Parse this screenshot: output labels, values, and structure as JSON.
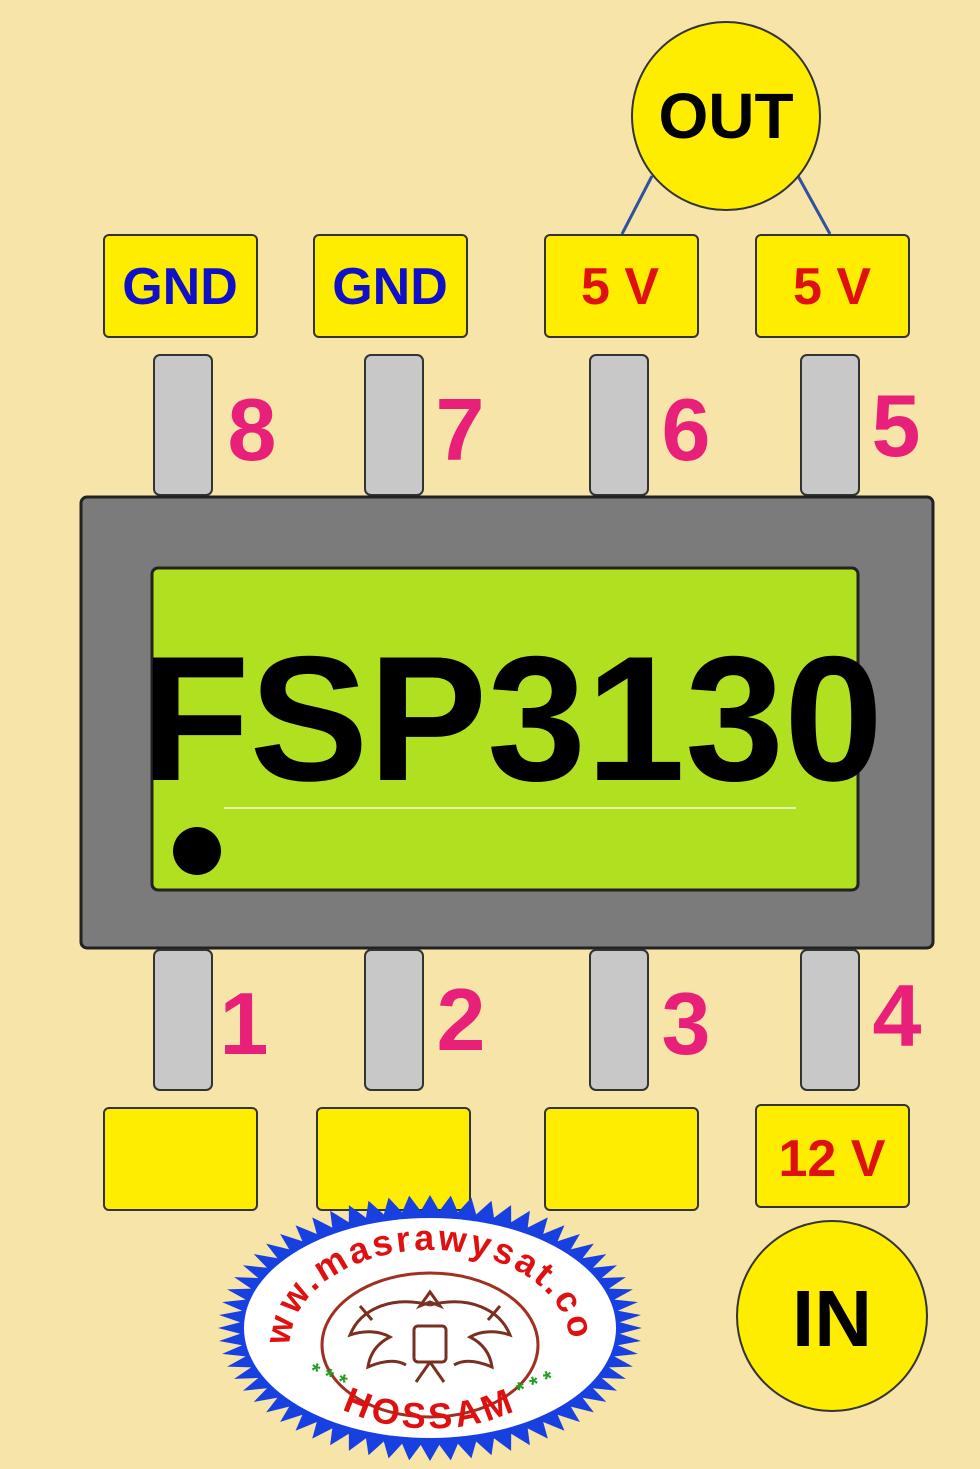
{
  "chip": {
    "part_number": "FSP3130"
  },
  "top_labels": [
    {
      "pin": "8",
      "signal": "GND",
      "color": "#1010c8"
    },
    {
      "pin": "7",
      "signal": "GND",
      "color": "#1010c8"
    },
    {
      "pin": "6",
      "signal": "5 V",
      "color": "#e01010"
    },
    {
      "pin": "5",
      "signal": "5 V",
      "color": "#e01010"
    }
  ],
  "bottom_labels": [
    {
      "pin": "1",
      "signal": "",
      "color": "#e01010"
    },
    {
      "pin": "2",
      "signal": "",
      "color": "#e01010"
    },
    {
      "pin": "3",
      "signal": "",
      "color": "#e01010"
    },
    {
      "pin": "4",
      "signal": "12 V",
      "color": "#e01010"
    }
  ],
  "out_circle": {
    "label": "OUT"
  },
  "in_circle": {
    "label": "IN"
  },
  "watermark": {
    "top_text": "www.masrawysat.com",
    "bottom_text": "HOSSAM",
    "stars_left": "* * *",
    "stars_right": "* * *"
  },
  "colors": {
    "background": "#f7e4a9",
    "label_box": "#ffed00",
    "pin": "#c8c8c8",
    "body": "#7b7b7b",
    "window": "#b0e020",
    "pin_number": "#e8207a"
  }
}
